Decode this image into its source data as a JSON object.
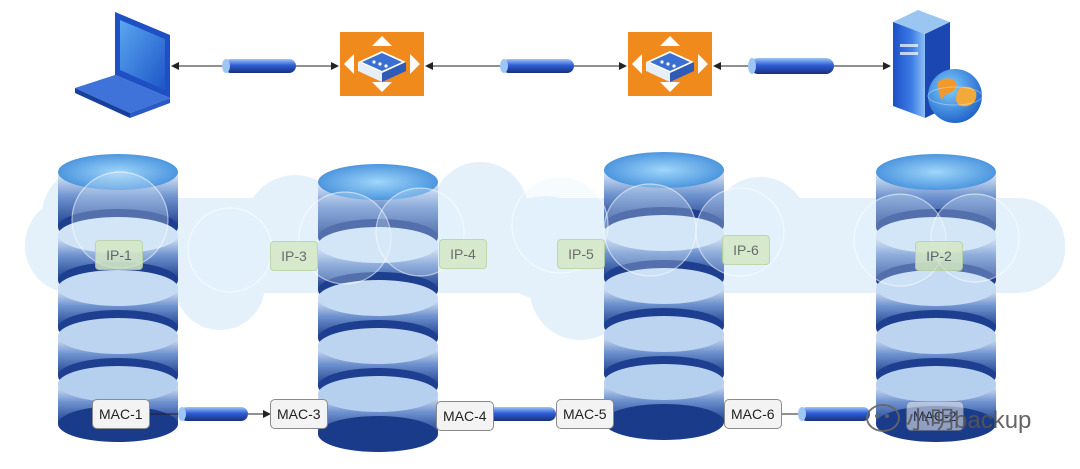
{
  "ip_labels": {
    "ip1": "IP-1",
    "ip3": "IP-3",
    "ip4": "IP-4",
    "ip5": "IP-5",
    "ip6": "IP-6",
    "ip2": "IP-2"
  },
  "mac_labels": {
    "mac1": "MAC-1",
    "mac3": "MAC-3",
    "mac4": "MAC-4",
    "mac5": "MAC-5",
    "mac6": "MAC-6",
    "mac2": "MAC-2"
  },
  "watermark": {
    "text": "小明backup"
  },
  "colors": {
    "router_orange": "#f18a1c",
    "pipe_blue": "#3a63d8",
    "layer_dark": "#1e3f8f",
    "layer_light": "#d7e6f7",
    "cloud": "#cfe7f8"
  },
  "icons": {
    "client": "laptop-icon",
    "router": "router-icon",
    "server": "server-globe-icon"
  }
}
